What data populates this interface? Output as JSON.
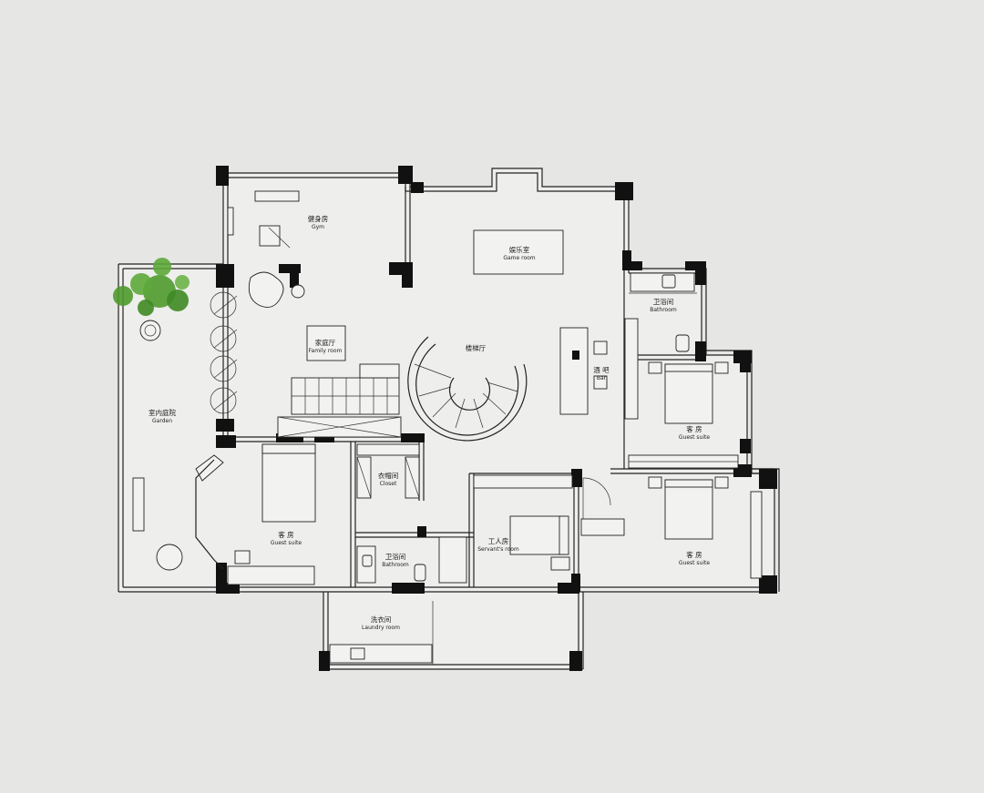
{
  "rooms": {
    "gym": {
      "zh": "健身房",
      "en": "Gym"
    },
    "game_room": {
      "zh": "娱乐室",
      "en": "Game room"
    },
    "bathroom_top_right": {
      "zh": "卫浴间",
      "en": "Bathroom"
    },
    "family_room": {
      "zh": "家庭厅",
      "en": "Family room"
    },
    "stair_hall": {
      "zh": "楼梯厅",
      "en": ""
    },
    "bar": {
      "zh": "酒 吧",
      "en": "Bar"
    },
    "garden": {
      "zh": "室内庭院",
      "en": "Garden"
    },
    "guest_suite_right_upper": {
      "zh": "客 房",
      "en": "Guest suite"
    },
    "closet": {
      "zh": "衣帽间",
      "en": "Closet"
    },
    "guest_suite_left": {
      "zh": "客 房",
      "en": "Guest suite"
    },
    "servants_room": {
      "zh": "工人房",
      "en": "Servant's room"
    },
    "bathroom_center": {
      "zh": "卫浴间",
      "en": "Bathroom"
    },
    "guest_suite_right_lower": {
      "zh": "客 房",
      "en": "Guest suite"
    },
    "laundry": {
      "zh": "洗衣间",
      "en": "Laundry room"
    }
  },
  "colors": {
    "background": "#e6e7e5",
    "wall": "#111111",
    "plant": "#4f9a2e"
  }
}
